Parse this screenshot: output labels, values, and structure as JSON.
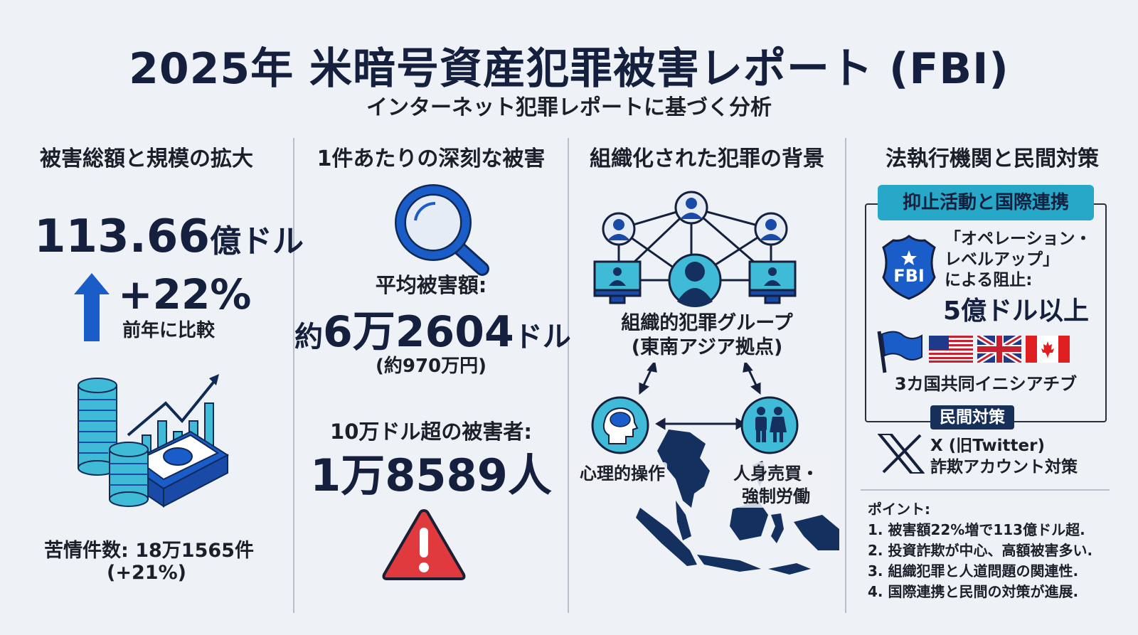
{
  "header": {
    "title": "2025年 米暗号資産犯罪被害レポート (FBI)",
    "subtitle": "インターネット犯罪レポートに基づく分析"
  },
  "colors": {
    "background": "#eef1f5",
    "navy": "#14203d",
    "blue": "#1a5cc8",
    "teal": "#27a8c8",
    "red": "#e03a3e",
    "divider": "#b9c0cb"
  },
  "columns": [
    {
      "heading": "被害総額と規模の拡大",
      "total_amount": "113.66",
      "total_unit": "億ドル",
      "growth": "+22%",
      "growth_note": "前年に比較",
      "icons": [
        "up-arrow-icon",
        "coins-cash-chart-icon"
      ],
      "complaints_label": "苦情件数:",
      "complaints_value": "18万1565件",
      "complaints_growth": "(+21%)"
    },
    {
      "heading": "1件あたりの深刻な被害",
      "icons": [
        "magnifier-icon",
        "warning-icon"
      ],
      "avg_label": "平均被害額:",
      "avg_prefix": "約",
      "avg_value": "6万2604",
      "avg_unit": "ドル",
      "avg_yen": "(約970万円)",
      "high_label": "10万ドル超の被害者:",
      "high_value": "1万8589人"
    },
    {
      "heading": "組織化された犯罪の背景",
      "icons": [
        "criminal-network-icon",
        "brain-head-icon",
        "people-icon",
        "southeast-asia-map"
      ],
      "group_label_1": "組織的犯罪グループ",
      "group_label_2": "(東南アジア拠点)",
      "node_left": "心理的操作",
      "node_right_1": "人身売買・",
      "node_right_2": "強制労働"
    },
    {
      "heading": "法執行機関と民間対策",
      "banner": "抑止活動と国際連携",
      "operation_line_1": "「オペレーション・",
      "operation_line_2": "レベルアップ」",
      "operation_line_3": "による阻止:",
      "operation_value": "5億ドル以上",
      "badge_text": "FBI",
      "flags": [
        "us-flag",
        "uk-flag",
        "canada-flag"
      ],
      "initiative": "3カ国共同イニシアチブ",
      "private_tag": "民間対策",
      "x_line_1": "X (旧Twitter)",
      "x_line_2": "詐欺アカウント対策",
      "points_title": "ポイント:",
      "points": [
        "1. 被害額22%増で113億ドル超.",
        "2. 投資詐欺が中心、高額被害多い.",
        "3. 組織犯罪と人道問題の関連性.",
        "4. 国際連携と民間の対策が進展."
      ]
    }
  ]
}
